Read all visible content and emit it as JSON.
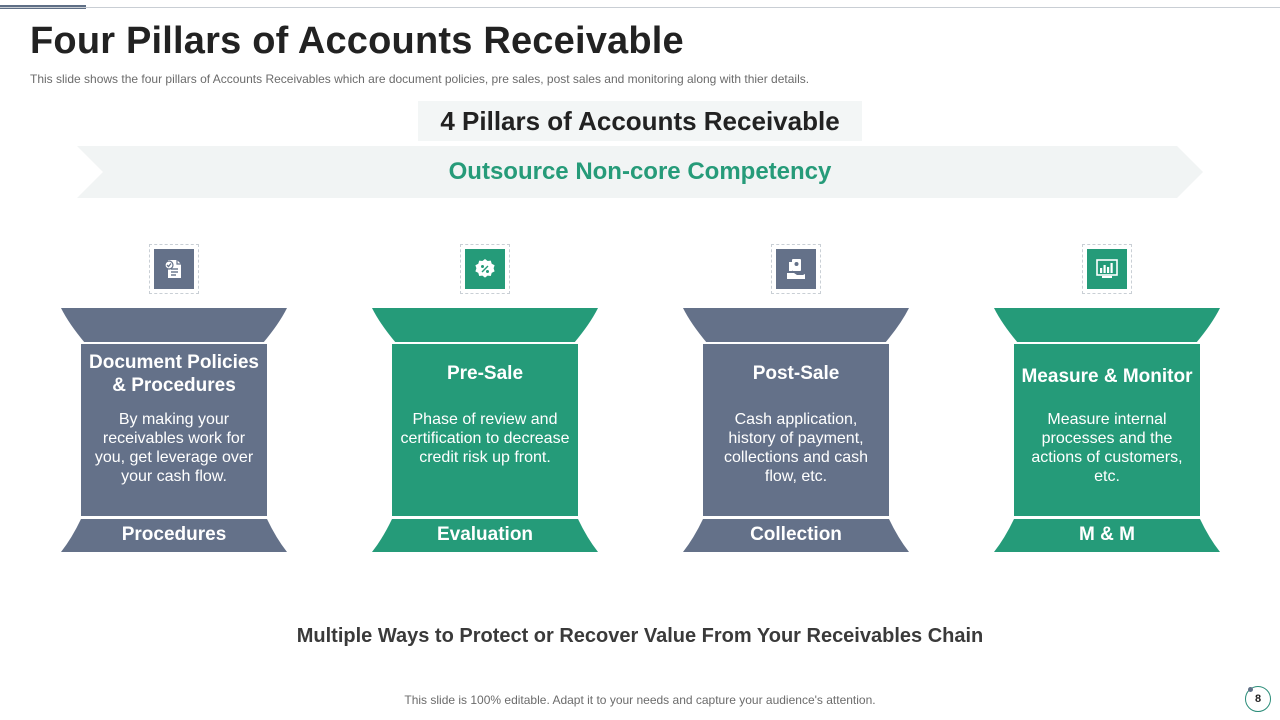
{
  "slide": {
    "title": "Four Pillars of Accounts Receivable",
    "subtitle": "This slide shows the four pillars of Accounts Receivables  which are document policies, pre sales, post sales and monitoring along with thier details.",
    "heading": "4 Pillars of Accounts Receivable",
    "banner": "Outsource Non-core Competency",
    "bottom_text": "Multiple  Ways to Protect or Recover Value From Your Receivables Chain",
    "footer_note": "This slide is 100% editable. Adapt it to your needs and capture your audience's attention.",
    "page_number": "8"
  },
  "colors": {
    "slate": "#647189",
    "green": "#259b79",
    "banner_bg": "#f1f4f4",
    "accent_text": "#269b79"
  },
  "pillars": [
    {
      "title": "Document Policies & Procedures",
      "description": "By making your receivables work for you, get leverage over your cash flow.",
      "footer": "Procedures",
      "color": "slate",
      "icon": "document-check-icon"
    },
    {
      "title": "Pre-Sale",
      "description": "Phase of review and certification to decrease credit risk up front.",
      "footer": "Evaluation",
      "color": "green",
      "icon": "percent-badge-icon"
    },
    {
      "title": "Post-Sale",
      "description": "Cash application, history of payment, collections and cash flow, etc.",
      "footer": "Collection",
      "color": "slate",
      "icon": "cash-hand-icon"
    },
    {
      "title": "Measure & Monitor",
      "description": "Measure internal processes and the actions of customers, etc.",
      "footer": "M & M",
      "color": "green",
      "icon": "bar-chart-monitor-icon"
    }
  ]
}
